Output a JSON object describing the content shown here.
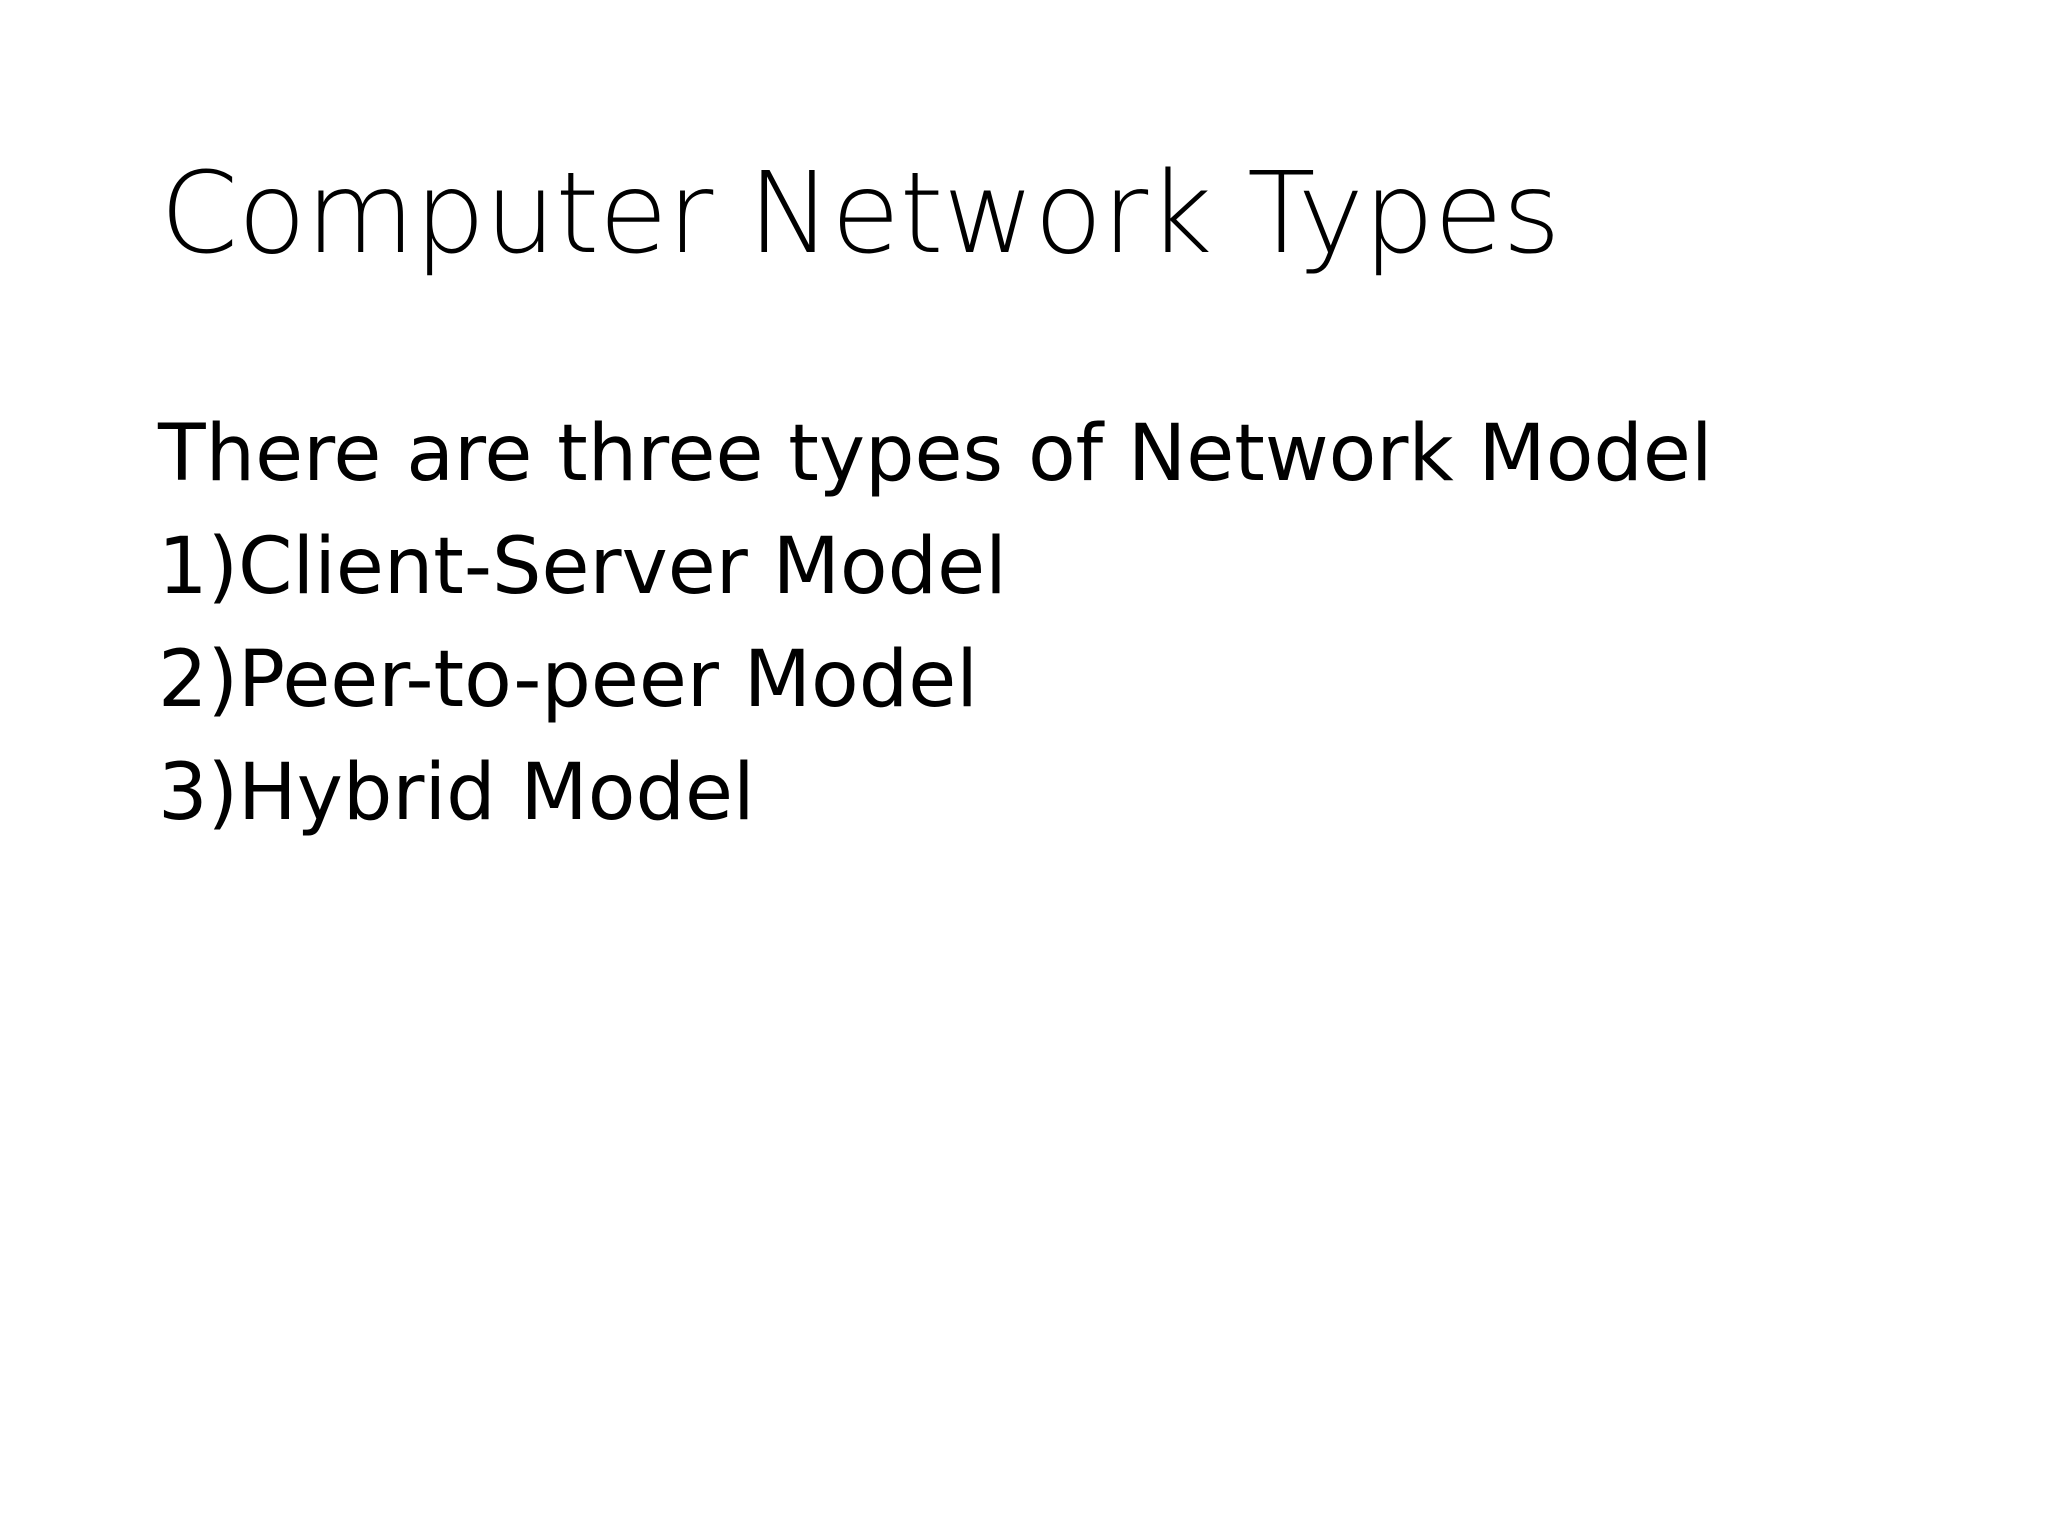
{
  "slide": {
    "background_color": "#ffffff",
    "text_color": "#000000",
    "title": "Computer Network Types",
    "body_lines": [
      "There are three types of Network Model",
      "1)Client-Server Model",
      "2)Peer-to-peer Model",
      "3)Hybrid Model"
    ],
    "intro_text": "There are three types of Network Model",
    "network_models": [
      {
        "marker": "1)",
        "label": "Client-Server Model",
        "full": "1)Client-Server Model"
      },
      {
        "marker": "2)",
        "label": "Peer-to-peer Model",
        "full": "2)Peer-to-peer Model"
      },
      {
        "marker": "3)",
        "label": "Hybrid Model",
        "full": "3)Hybrid Model"
      }
    ]
  }
}
